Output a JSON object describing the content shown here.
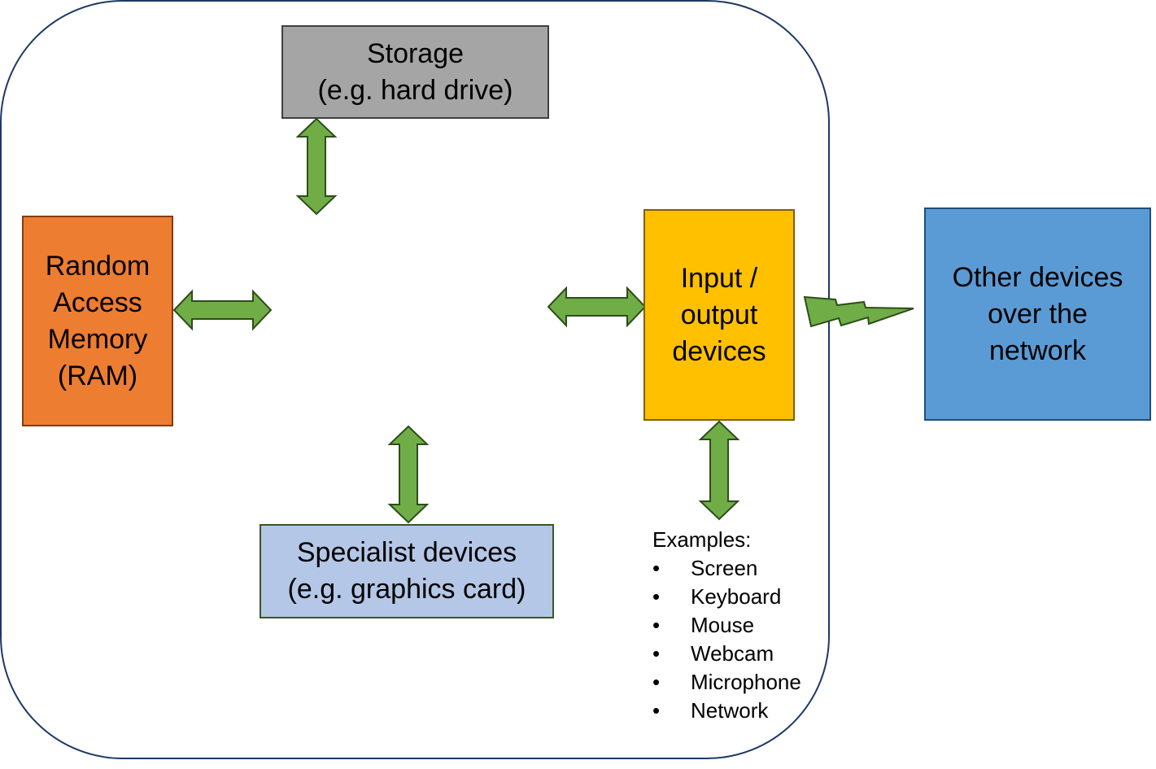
{
  "colors": {
    "container_border": "#1f3864",
    "arrow_fill": "#70ad47",
    "arrow_stroke": "#2e4d1a",
    "storage": "#a5a5a5",
    "ram": "#ed7d31",
    "io": "#ffc000",
    "network": "#5b9bd5",
    "specialist": "#b4c7e7"
  },
  "boxes": {
    "storage": "Storage\n(e.g. hard drive)",
    "ram": "Random\nAccess\nMemory\n(RAM)",
    "io": "Input /\noutput\ndevices",
    "network": "Other devices\nover the\nnetwork",
    "specialist": "Specialist devices\n(e.g. graphics card)"
  },
  "examples": {
    "heading": "Examples:",
    "bullet": "•",
    "items": [
      "Screen",
      "Keyboard",
      "Mouse",
      "Webcam",
      "Microphone",
      "Network"
    ]
  }
}
